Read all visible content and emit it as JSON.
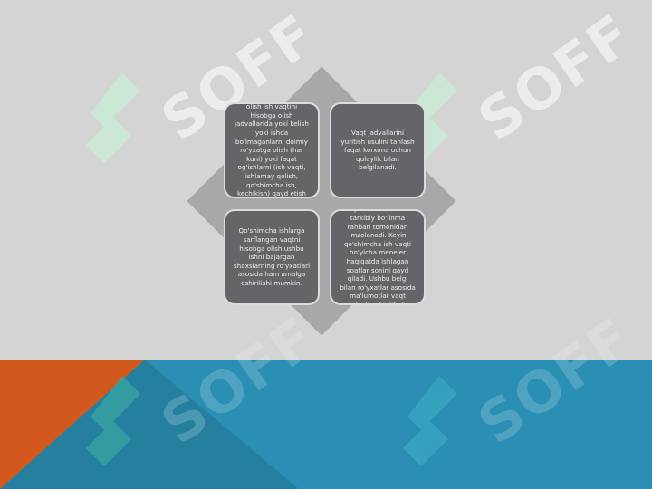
{
  "slide": {
    "boxes": [
      {
        "text": "Ish vaqtidan foydalanishni hisobga olish ish vaqtini hisobga olish jadvallarida yoki kelish yoki ishda bo'lmaganlarni doimiy ro'yxatga olish (har kuni) yoki faqat og'ishlarni (ish vaqti, ishlamay qolish, qo'shimcha ish, kechikish) qayd etish usuli bilan amalga oshiriladi."
      },
      {
        "text": "Vaqt jadvallarini yuritish usulini tanlash faqat korxona uchun qulaylik bilan belgilanadi."
      },
      {
        "text": "Qo'shimcha ishlarga sarflangan vaqtni hisobga olish ushbu ishni bajargan shaxslarning ro'yxatlari asosida ham amalga oshirilishi mumkin."
      },
      {
        "text": "Ro'yxatlar tuziladi va tarkibiy bo'linma rahbari tomonidan imzolanadi. Keyin qo'shimcha ish vaqti bo'yicha menejer haqiqatda ishlagan soatlar sonini qayd qiladi. Ushbu belgi bilan ro'yxatlar asosida ma'lumotlar vaqt jadvaliga kiritiladi."
      }
    ],
    "watermark": "SOFF",
    "colors": {
      "background": "#d4d4d4",
      "band_blue": "#2a8fb3",
      "band_orange": "#d2581e",
      "diamond": "#a8a8a8",
      "box_fill": "#656468",
      "logo_green": "#c8ecd6"
    }
  }
}
